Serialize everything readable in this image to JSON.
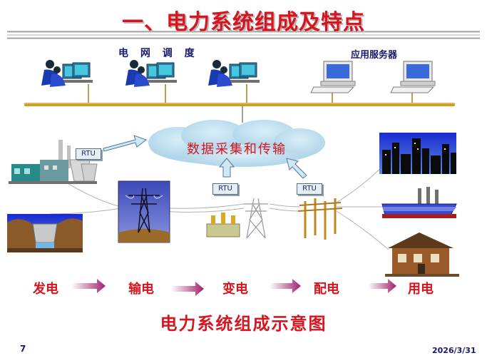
{
  "title": "一、电力系统组成及特点",
  "labels": {
    "dispatch": "电 网 调 度",
    "server": "应用服务器",
    "cloud": "数据采集和传输",
    "rtu": "RTU"
  },
  "flow": [
    "发电",
    "输电",
    "变电",
    "配电",
    "用电"
  ],
  "caption": "电力系统组成示意图",
  "footer": {
    "page": "7",
    "date": "2026/3/31"
  },
  "colors": {
    "title": "#d8141e",
    "accent_text": "#1a1a6a",
    "bus": "#c8a028",
    "cloud": "#b8dcec",
    "arrow": "#a0206e"
  }
}
